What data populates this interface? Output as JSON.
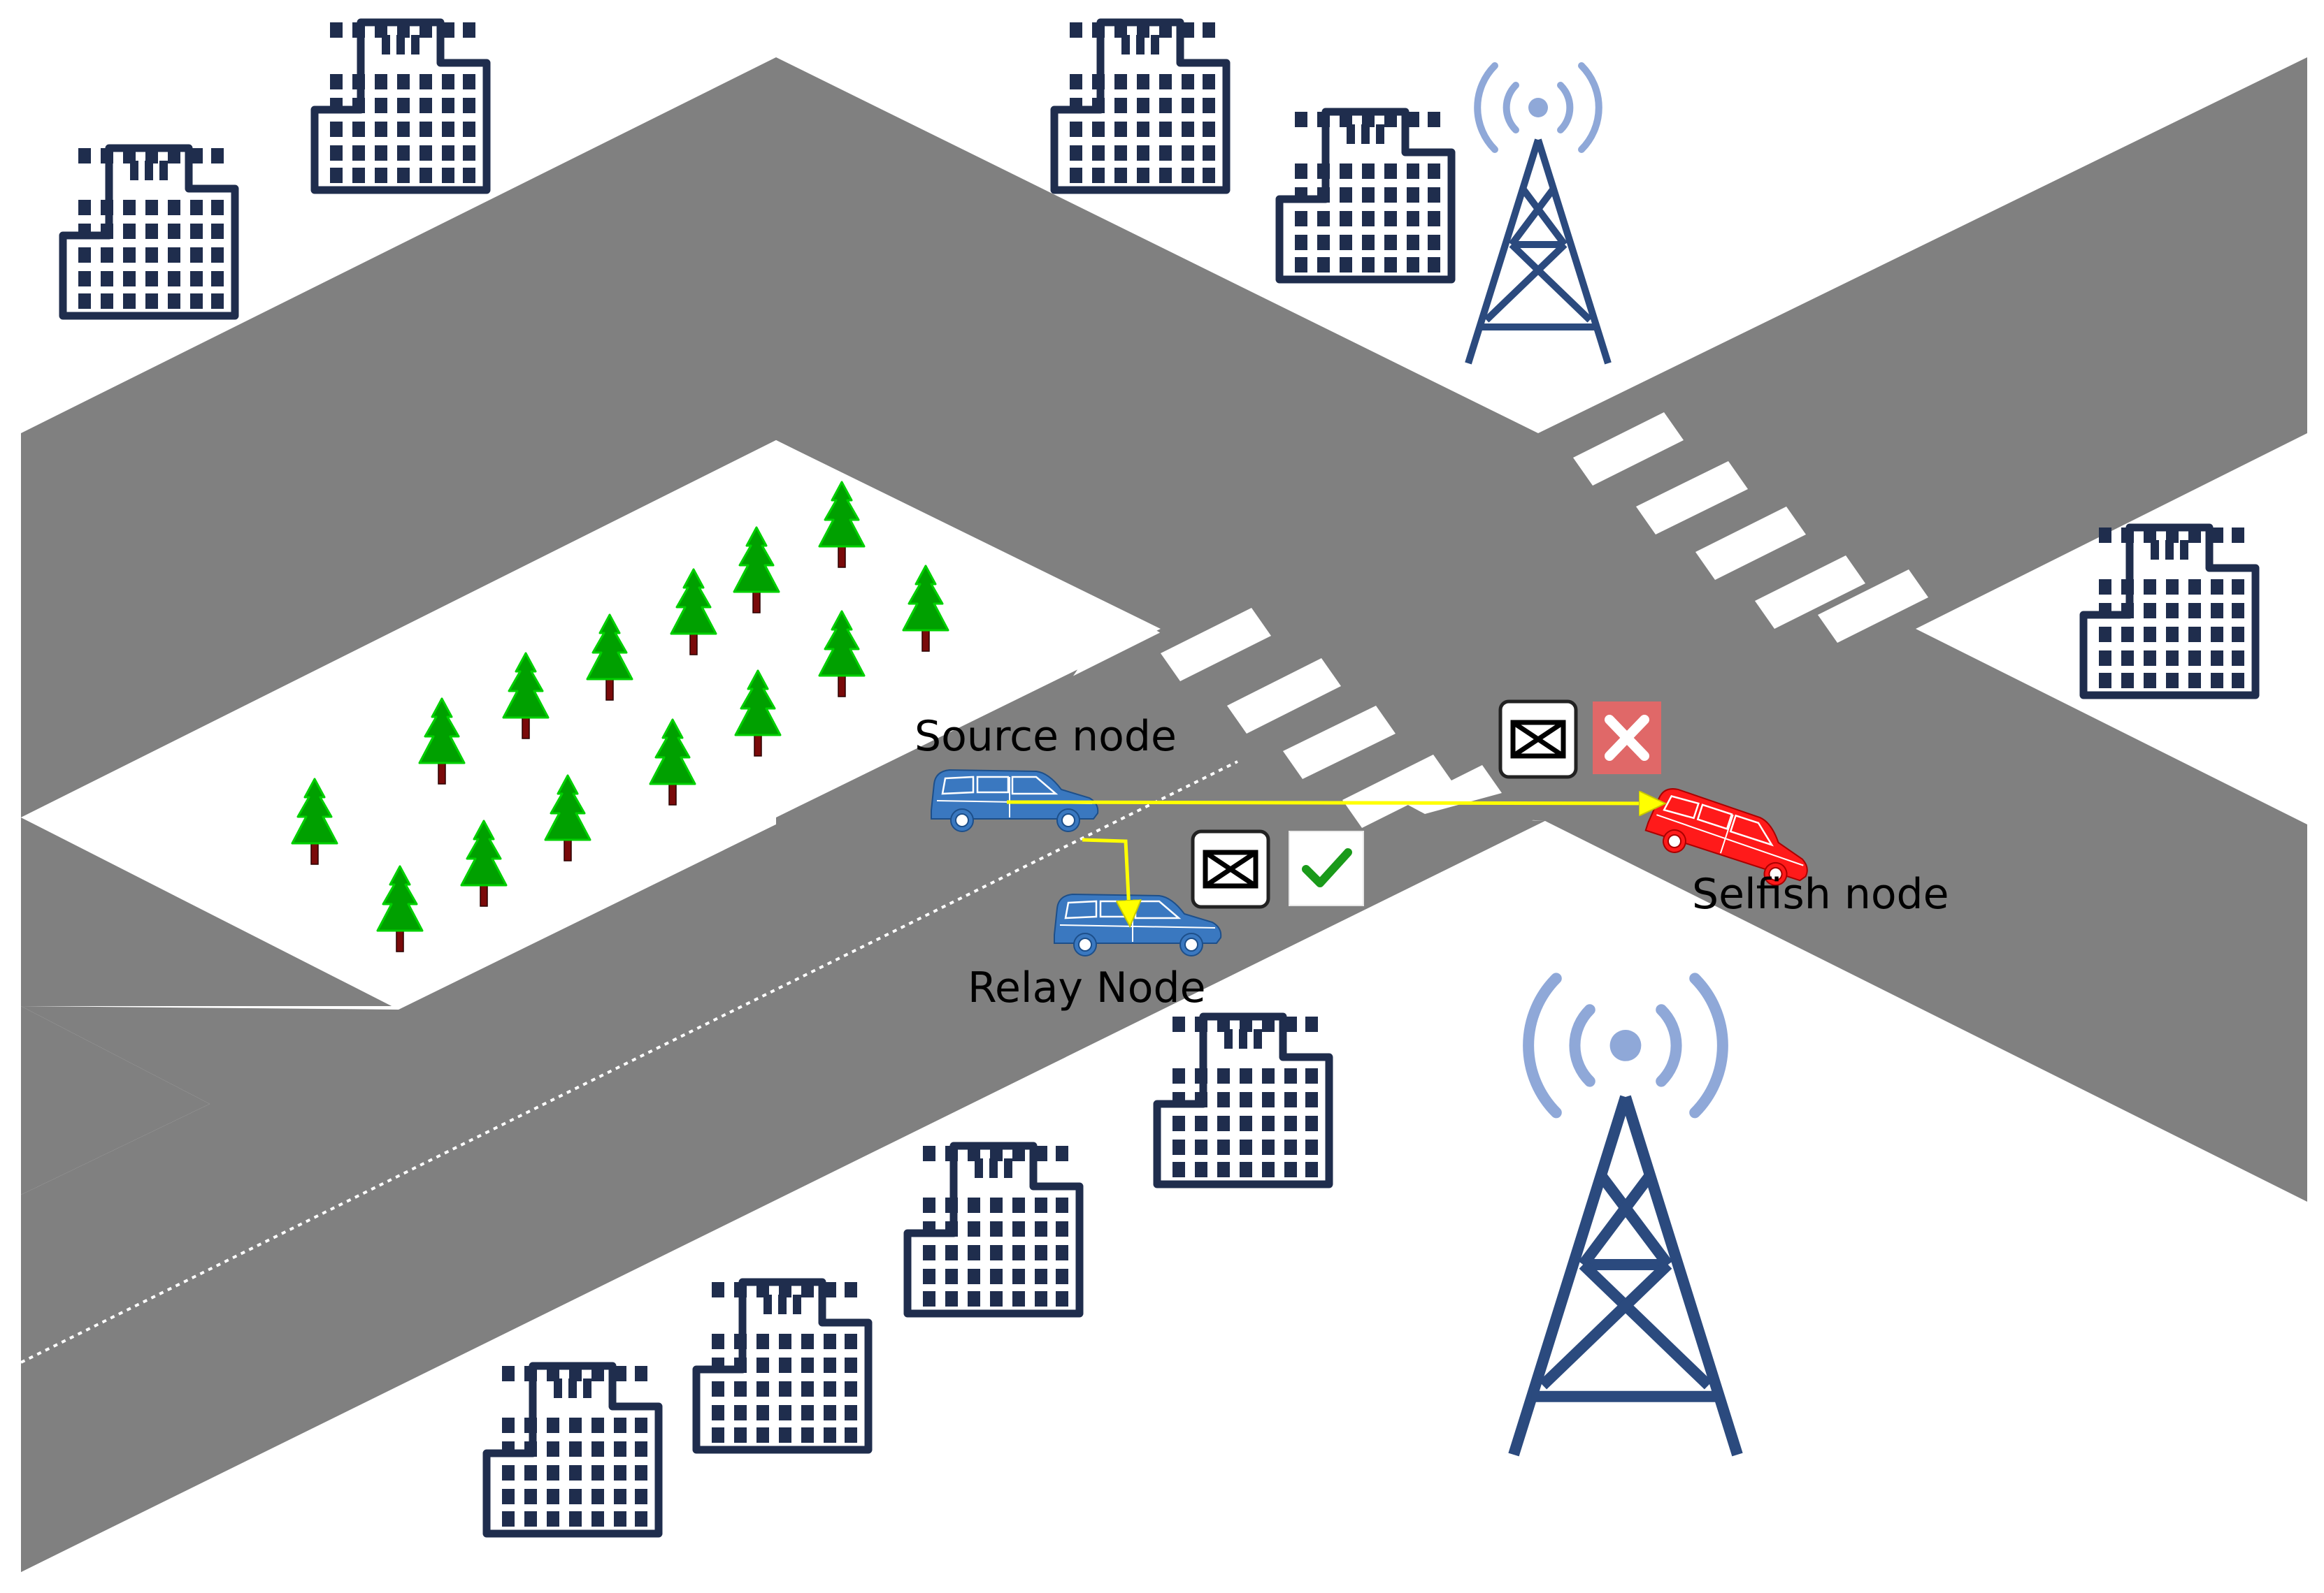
{
  "labels": {
    "source": "Source node",
    "relay": "Relay Node",
    "selfish": "Selfish node"
  },
  "colors": {
    "road": "#808080",
    "building": "#1f2d4d",
    "tower": "#2b4a7e",
    "signal": "#8fa8d8",
    "source_vehicle": "#3a78c0",
    "relay_vehicle": "#3a78c0",
    "selfish_vehicle": "#ff1a1a",
    "arrow": "#ffff00",
    "tree": "#00a000",
    "trunk": "#7a0a0a",
    "check": "#1a9a1a",
    "cross_bg": "#e06868"
  },
  "icons": {
    "building": "building-icon",
    "tower": "cell-tower-icon",
    "tree": "pine-tree-icon",
    "vehicle": "van-icon",
    "message": "envelope-icon",
    "accept": "checkmark-icon",
    "reject": "cross-icon"
  },
  "links": [
    {
      "from": "source",
      "to": "relay",
      "status": "delivered"
    },
    {
      "from": "source",
      "to": "selfish",
      "status": "dropped"
    }
  ]
}
